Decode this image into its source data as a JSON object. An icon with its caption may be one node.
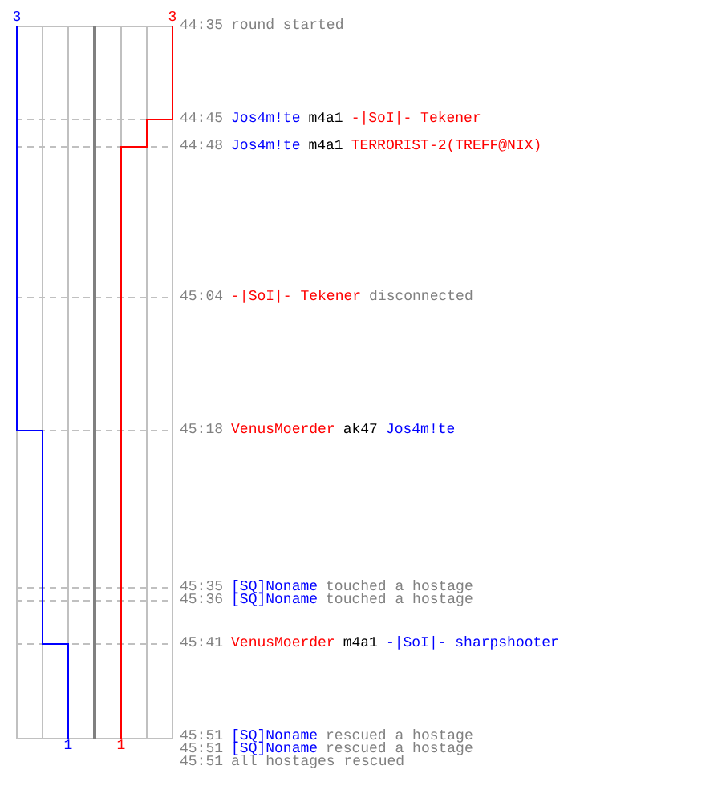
{
  "diagram": {
    "labels": [
      "3",
      "3",
      "44:35",
      "round started",
      "44:45",
      "Jos4m!te",
      "m4a1",
      "-|SoI|- Tekener",
      "44:48",
      "Jos4m!te",
      "m4a1",
      "TERRORIST-2(TREFF@NIX)",
      "45:04",
      "-|SoI|- Tekener",
      "disconnected",
      "45:18",
      "VenusMoerder",
      "ak47",
      "Jos4m!te",
      "45:35",
      "[SQ]Noname",
      "touched a hostage",
      "45:36",
      "[SQ]Noname",
      "touched a hostage",
      "45:41",
      "VenusMoerder",
      "m4a1",
      "-|SoI|- sharpshooter",
      "45:51",
      "[SQ]Noname",
      "rescued a hostage",
      "1",
      "1",
      "45:51",
      "[SQ]Noname",
      "rescued a hostage",
      "45:51",
      "all hostages rescued"
    ]
  }
}
